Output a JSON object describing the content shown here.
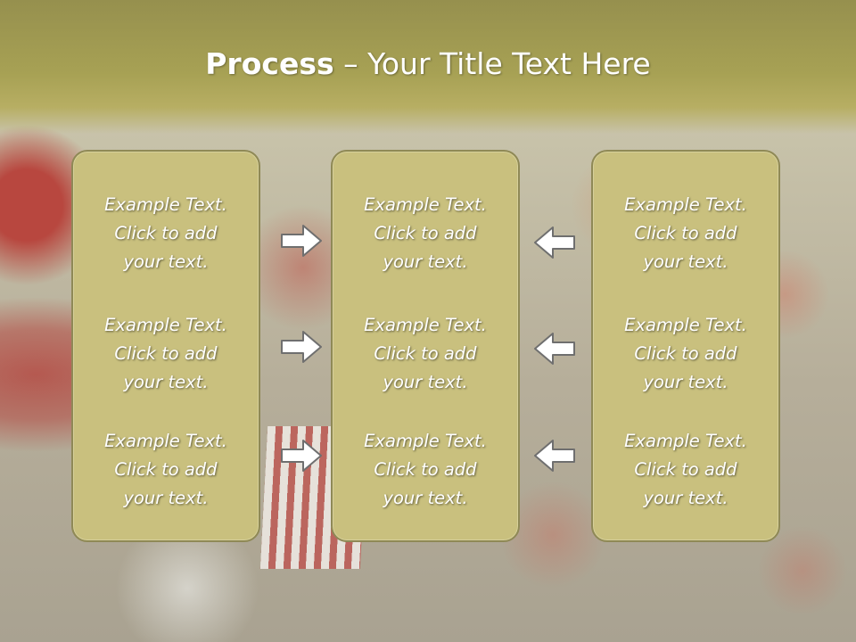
{
  "slide": {
    "title_bold": "Process",
    "title_rest": " – Your Title Text Here"
  },
  "columns": [
    {
      "items": [
        {
          "line1": "Example Text.",
          "line2": "Click  to add",
          "line3": "your text."
        },
        {
          "line1": "Example Text.",
          "line2": "Click  to add",
          "line3": "your text."
        },
        {
          "line1": "Example Text.",
          "line2": "Click  to add",
          "line3": "your text."
        }
      ]
    },
    {
      "items": [
        {
          "line1": "Example Text.",
          "line2": "Click  to add",
          "line3": "your text."
        },
        {
          "line1": "Example Text.",
          "line2": "Click  to add",
          "line3": "your text."
        },
        {
          "line1": "Example Text.",
          "line2": "Click  to add",
          "line3": "your text."
        }
      ]
    },
    {
      "items": [
        {
          "line1": "Example Text.",
          "line2": "Click  to add",
          "line3": "your text."
        },
        {
          "line1": "Example Text.",
          "line2": "Click  to add",
          "line3": "your text."
        },
        {
          "line1": "Example Text.",
          "line2": "Click  to add",
          "line3": "your text."
        }
      ]
    }
  ],
  "arrows": {
    "left_group": "arrow-right-icon",
    "right_group": "arrow-left-icon"
  },
  "colors": {
    "header": "#a7a154",
    "card_fill": "#c9c07e",
    "card_border": "#8f8956",
    "text": "#ffffff"
  }
}
